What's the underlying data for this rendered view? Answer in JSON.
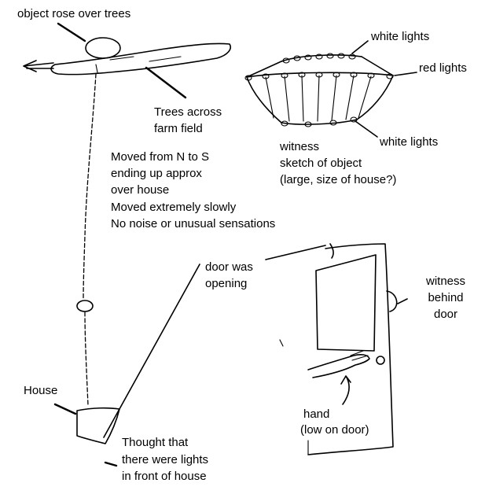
{
  "labels": {
    "object_rose": "object rose over trees",
    "trees_line1": "Trees across",
    "trees_line2": "farm field",
    "white_lights_top": "white lights",
    "red_lights": "red lights",
    "white_lights_bottom": "white lights",
    "sketch_line1": "witness",
    "sketch_line2": "sketch of object",
    "sketch_line3": "(large, size of house?)",
    "moved_line1": "Moved from N to S",
    "moved_line2": "ending up approx",
    "moved_line3": "over house",
    "moved_line4": "Moved extremely slowly",
    "moved_line5": "No noise or unusual sensations",
    "door_line1": "door was",
    "door_line2": "opening",
    "witness_line1": "witness",
    "witness_line2": "behind",
    "witness_line3": "door",
    "house": "House",
    "thought_line1": "Thought that",
    "thought_line2": "there were lights",
    "thought_line3": "in front of house",
    "hand_line1": "hand",
    "hand_line2": "(low on door)"
  },
  "colors": {
    "ink": "#000000",
    "paper": "#ffffff"
  }
}
